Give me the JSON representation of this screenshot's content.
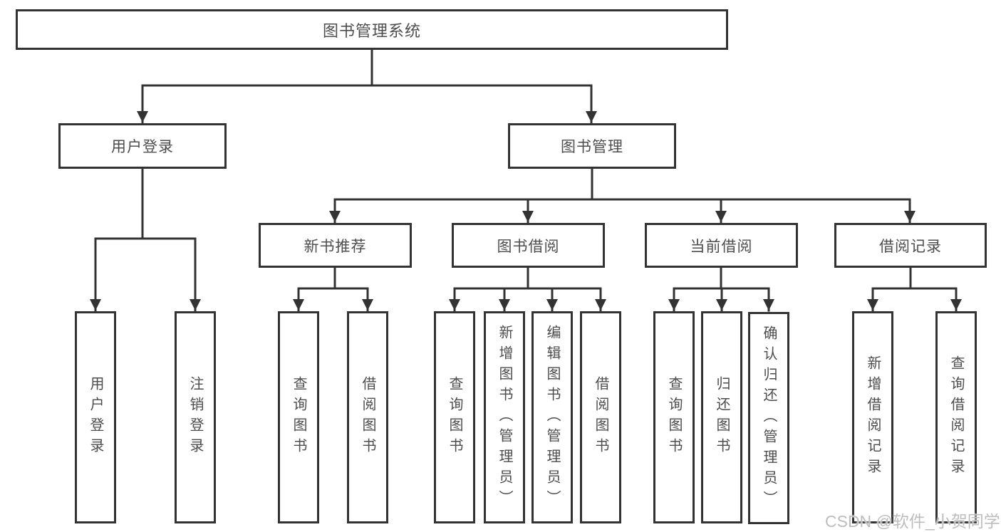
{
  "diagram": {
    "nodes": {
      "root": "图书管理系统",
      "user_login": "用户登录",
      "book_mgmt": "图书管理",
      "new_books": "新书推荐",
      "book_borrow": "图书借阅",
      "current_borrow": "当前借阅",
      "borrow_records": "借阅记录",
      "leaf_user_login": "用户登录",
      "leaf_logout": "注销登录",
      "leaf_nb_query": "查询图书",
      "leaf_nb_borrow": "借阅图书",
      "leaf_bb_query": "查询图书",
      "leaf_bb_add": "新增图书（管理员）",
      "leaf_bb_edit": "编辑图书（管理员）",
      "leaf_bb_borrow": "借阅图书",
      "leaf_cb_query": "查询图书",
      "leaf_cb_return": "归还图书",
      "leaf_cb_confirm": "确认归还（管理员）",
      "leaf_br_add": "新增借阅记录",
      "leaf_br_query": "查询借阅记录"
    },
    "colors": {
      "line": "#333333",
      "text": "#4d4d4d",
      "background": "#ffffff",
      "watermark": "#bdbdbd"
    },
    "watermark": "CSDN @软件_小贺同学"
  }
}
